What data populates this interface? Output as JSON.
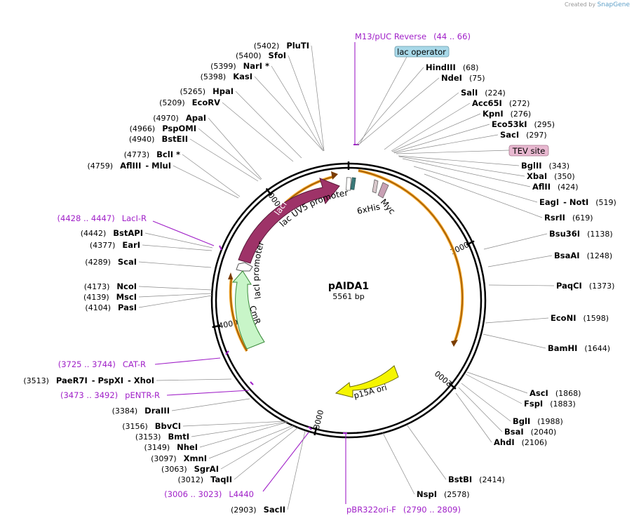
{
  "credit": {
    "prefix": "Created by",
    "brand": "SnapGene"
  },
  "plasmid": {
    "name": "pAIDA1",
    "size_label": "5561 bp",
    "length": 5561
  },
  "ticks": [
    "1000",
    "2000",
    "3000",
    "4000",
    "5000"
  ],
  "colors": {
    "lacI": "#9e3368",
    "CmR": "#c8f5c8",
    "lacI_promoter": "#ffffff",
    "p15A_ori": "#f5f500",
    "orange_track": "#f0a020",
    "primer": "#a020c8",
    "Myc": "#c8a0b4",
    "6xHis": "#d8c8cc"
  },
  "features": [
    {
      "name": "lacI",
      "kind": "arrow",
      "color": "#9e3368",
      "text_color": "#ffffff"
    },
    {
      "name": "lacI promoter",
      "kind": "arrow",
      "color": "#ffffff"
    },
    {
      "name": "CmR",
      "kind": "arrow",
      "color": "#c8f5c8"
    },
    {
      "name": "p15A ori",
      "kind": "arrow",
      "color": "#f5f500"
    },
    {
      "name": "lac UV5 promoter",
      "kind": "label"
    },
    {
      "name": "6xHis",
      "kind": "label"
    },
    {
      "name": "Myc",
      "kind": "label"
    }
  ],
  "boxed_labels": [
    {
      "name": "lac operator",
      "bg": "#a8d8e8"
    },
    {
      "name": "TEV site",
      "bg": "#e8b8d0"
    }
  ],
  "enzymes_right": [
    {
      "name": "HindIII",
      "pos": "(68)"
    },
    {
      "name": "NdeI",
      "pos": "(75)"
    },
    {
      "name": "SalI",
      "pos": "(224)"
    },
    {
      "name": "Acc65I",
      "pos": "(272)"
    },
    {
      "name": "KpnI",
      "pos": "(276)"
    },
    {
      "name": "Eco53kI",
      "pos": "(295)"
    },
    {
      "name": "SacI",
      "pos": "(297)"
    },
    {
      "name": "BglII",
      "pos": "(343)"
    },
    {
      "name": "XbaI",
      "pos": "(350)"
    },
    {
      "name": "AflII",
      "pos": "(424)"
    },
    {
      "name": "EagI - NotI",
      "pos": "(519)"
    },
    {
      "name": "RsrII",
      "pos": "(619)"
    },
    {
      "name": "Bsu36I",
      "pos": "(1138)"
    },
    {
      "name": "BsaAI",
      "pos": "(1248)"
    },
    {
      "name": "PaqCI",
      "pos": "(1373)"
    },
    {
      "name": "EcoNI",
      "pos": "(1598)"
    },
    {
      "name": "BamHI",
      "pos": "(1644)"
    },
    {
      "name": "AscI",
      "pos": "(1868)"
    },
    {
      "name": "FspI",
      "pos": "(1883)"
    },
    {
      "name": "BglI",
      "pos": "(1988)"
    },
    {
      "name": "BsaI",
      "pos": "(2040)"
    },
    {
      "name": "AhdI",
      "pos": "(2106)"
    },
    {
      "name": "BstBI",
      "pos": "(2414)"
    },
    {
      "name": "NspI",
      "pos": "(2578)"
    }
  ],
  "enzymes_left": [
    {
      "name": "PluTI",
      "pos": "(5402)"
    },
    {
      "name": "SfoI",
      "pos": "(5400)"
    },
    {
      "name": "NarI *",
      "pos": "(5399)"
    },
    {
      "name": "KasI",
      "pos": "(5398)"
    },
    {
      "name": "HpaI",
      "pos": "(5265)"
    },
    {
      "name": "EcoRV",
      "pos": "(5209)"
    },
    {
      "name": "ApaI",
      "pos": "(4970)"
    },
    {
      "name": "PspOMI",
      "pos": "(4966)"
    },
    {
      "name": "BstEII",
      "pos": "(4940)"
    },
    {
      "name": "BclI *",
      "pos": "(4773)"
    },
    {
      "name": "AflIII - MluI",
      "pos": "(4759)"
    },
    {
      "name": "BstAPI",
      "pos": "(4442)"
    },
    {
      "name": "EarI",
      "pos": "(4377)"
    },
    {
      "name": "ScaI",
      "pos": "(4289)"
    },
    {
      "name": "NcoI",
      "pos": "(4173)"
    },
    {
      "name": "MscI",
      "pos": "(4139)"
    },
    {
      "name": "PasI",
      "pos": "(4104)"
    },
    {
      "name": "PaeR7I - PspXI - XhoI",
      "pos": "(3513)"
    },
    {
      "name": "DraIII",
      "pos": "(3384)"
    },
    {
      "name": "BbvCI",
      "pos": "(3156)"
    },
    {
      "name": "BmtI",
      "pos": "(3153)"
    },
    {
      "name": "NheI",
      "pos": "(3149)"
    },
    {
      "name": "XmnI",
      "pos": "(3097)"
    },
    {
      "name": "SgrAI",
      "pos": "(3063)"
    },
    {
      "name": "TaqII",
      "pos": "(3012)"
    },
    {
      "name": "SacII",
      "pos": "(2903)"
    }
  ],
  "primers": [
    {
      "name": "M13/pUC Reverse",
      "range": "(44 .. 66)"
    },
    {
      "name": "LacI-R",
      "range": "(4428 .. 4447)"
    },
    {
      "name": "CAT-R",
      "range": "(3725 .. 3744)"
    },
    {
      "name": "pENTR-R",
      "range": "(3473 .. 3492)"
    },
    {
      "name": "L4440",
      "range": "(3006 .. 3023)"
    },
    {
      "name": "pBR322ori-F",
      "range": "(2790 .. 2809)"
    }
  ]
}
